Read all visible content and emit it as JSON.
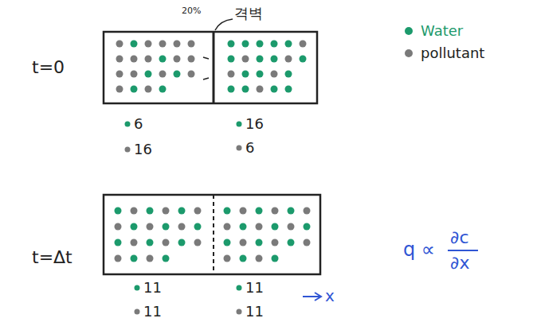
{
  "diagram": {
    "labels": [
      "20%",
      "격벽",
      "t=0",
      "6",
      "16",
      "16",
      "6",
      "t=Δt",
      "11",
      "11",
      "11",
      "11",
      "x",
      "q ∝",
      "∂c",
      "∂x"
    ],
    "legend": [
      {
        "text": "Water",
        "color": "#1c9a6c"
      },
      {
        "text": "pollutant",
        "color": "#7a7a7a"
      }
    ]
  }
}
